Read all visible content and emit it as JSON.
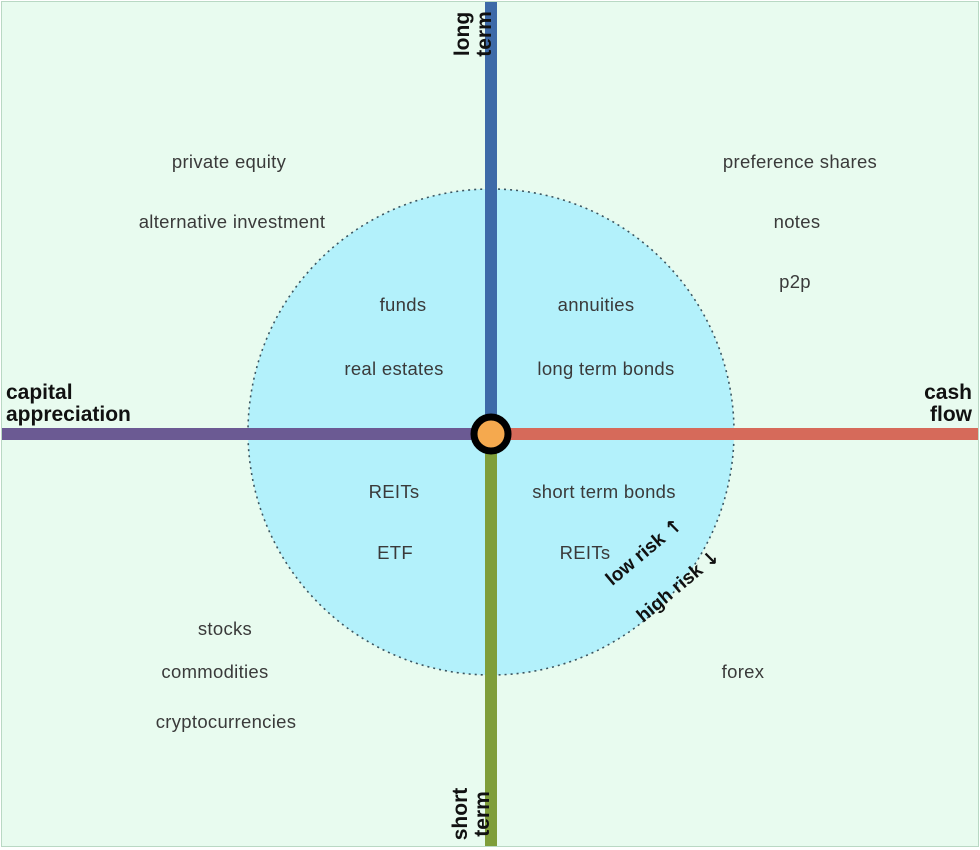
{
  "colors": {
    "background": "#e8fbef",
    "circle_fill": "#b3f1fb",
    "axis_top": "#3d6aa8",
    "axis_bottom": "#7f9e3a",
    "axis_left": "#6b5a93",
    "axis_right": "#d66a5a",
    "center_fill": "#f5a94e"
  },
  "axes": {
    "top_line1": "long",
    "top_line2": "term",
    "bottom_line1": "short",
    "bottom_line2": "term",
    "left_line1": "capital",
    "left_line2": "appreciation",
    "right_line1": "cash",
    "right_line2": "flow"
  },
  "quadrants": {
    "top_left_outer": [
      "private equity",
      "alternative investment"
    ],
    "top_right_outer": [
      "preference shares",
      "notes",
      "p2p"
    ],
    "top_left_inner": [
      "funds",
      "real estates"
    ],
    "top_right_inner": [
      "annuities",
      "long term bonds"
    ],
    "bottom_left_inner": [
      "REITs",
      "ETF"
    ],
    "bottom_right_inner": [
      "short term bonds",
      "REITs"
    ],
    "bottom_left_outer": [
      "stocks",
      "commodities",
      "cryptocurrencies"
    ],
    "bottom_right_outer": [
      "forex"
    ]
  },
  "risk": {
    "low": "low risk",
    "high": "high risk",
    "low_icon": "arrow-up-left-icon",
    "high_icon": "arrow-down-right-icon"
  }
}
